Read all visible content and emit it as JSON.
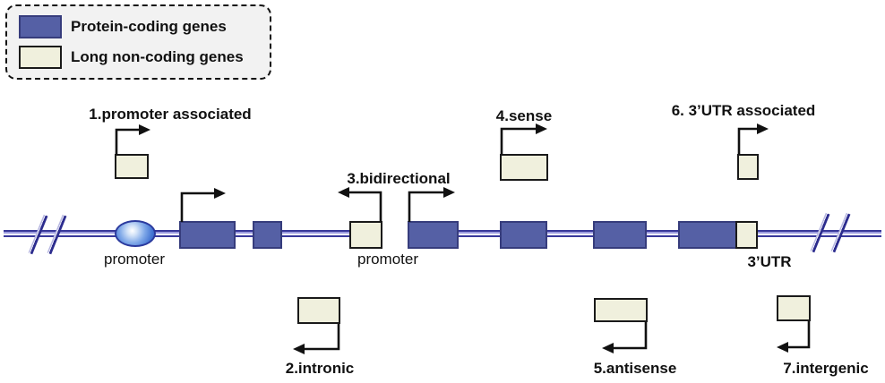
{
  "legend": {
    "items": [
      {
        "key": "protein_coding",
        "label": "Protein-coding genes"
      },
      {
        "key": "long_non_coding",
        "label": "Long non-coding genes"
      }
    ]
  },
  "annotations": {
    "promoter_associated": "1.promoter associated",
    "intronic": "2.intronic",
    "bidirectional": "3.bidirectional",
    "sense": "4.sense",
    "antisense": "5.antisense",
    "utr3_associated": "6. 3’UTR associated",
    "intergenic": "7.intergenic"
  },
  "labels": {
    "promoter_left": "promoter",
    "promoter_mid": "promoter",
    "utr3": "3’UTR"
  },
  "icons": {
    "transcription_arrows": [
      "promoter-associated-arrow-right",
      "gene-tss-arrow-right",
      "bidirectional-arrow-left",
      "gene-tss-arrow-right-2",
      "sense-arrow-right",
      "utr3-associated-arrow-right",
      "intronic-arrow-left",
      "antisense-arrow-left",
      "intergenic-arrow-left"
    ],
    "chromosome_breaks": "double-slash"
  },
  "colors": {
    "protein_coding_fill": "#5560a5",
    "protein_coding_border": "#363c7c",
    "lnc_fill": "#f0f0dd",
    "lnc_border": "#1a1a1a",
    "dna_line": "#38389a",
    "promoter_oval": "#4273d2",
    "legend_background": "#f2f2f2",
    "text": "#111111"
  }
}
